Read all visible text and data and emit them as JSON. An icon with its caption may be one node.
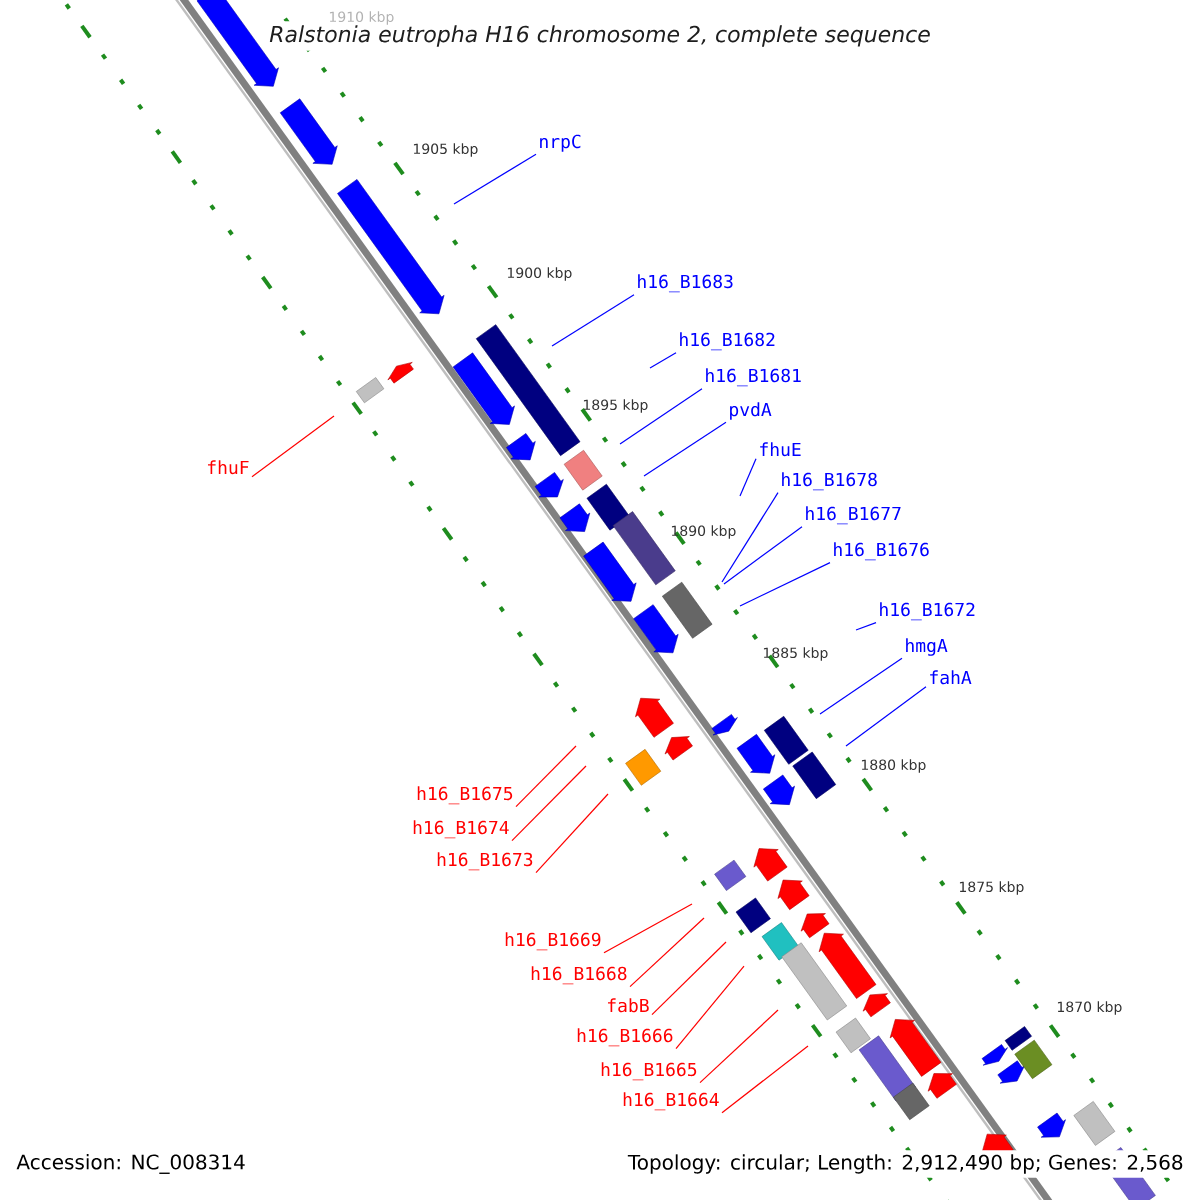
{
  "diagram": {
    "title": "Ralstonia eutropha H16 chromosome 2, complete sequence",
    "nodes": [
      {
        "text": [
          "nrpC"
        ]
      },
      {
        "text": [
          "h16_B1683"
        ]
      },
      {
        "text": [
          "h16_B1682"
        ]
      },
      {
        "text": [
          "h16_B1681"
        ]
      },
      {
        "text": [
          "pvdA"
        ]
      },
      {
        "text": [
          "fhuE"
        ]
      },
      {
        "text": [
          "h16_B1678"
        ]
      },
      {
        "text": [
          "h16_B1677"
        ]
      },
      {
        "text": [
          "h16_B1676"
        ]
      },
      {
        "text": [
          "h16_B1672"
        ]
      },
      {
        "text": [
          "hmgA"
        ]
      },
      {
        "text": [
          "fahA"
        ]
      },
      {
        "text": [
          "fhuF"
        ]
      },
      {
        "text": [
          "h16_B1675"
        ]
      },
      {
        "text": [
          "h16_B1674"
        ]
      },
      {
        "text": [
          "h16_B1673"
        ]
      },
      {
        "text": [
          "h16_B1669"
        ]
      },
      {
        "text": [
          "h16_B1668"
        ]
      },
      {
        "text": [
          "fabB"
        ]
      },
      {
        "text": [
          "h16_B1666"
        ]
      },
      {
        "text": [
          "h16_B1665"
        ]
      },
      {
        "text": [
          "h16_B1664"
        ]
      }
    ],
    "edges": [
      {
        "from": 0,
        "to": null,
        "arrow": "none"
      },
      {
        "from": 1,
        "to": null,
        "arrow": "none"
      },
      {
        "from": 2,
        "to": null,
        "arrow": "none"
      },
      {
        "from": 3,
        "to": null,
        "arrow": "none"
      },
      {
        "from": 4,
        "to": null,
        "arrow": "none"
      },
      {
        "from": 5,
        "to": null,
        "arrow": "none"
      },
      {
        "from": 6,
        "to": null,
        "arrow": "none"
      },
      {
        "from": 7,
        "to": null,
        "arrow": "none"
      },
      {
        "from": 8,
        "to": null,
        "arrow": "none"
      },
      {
        "from": 9,
        "to": null,
        "arrow": "none"
      },
      {
        "from": 10,
        "to": null,
        "arrow": "none"
      },
      {
        "from": 11,
        "to": null,
        "arrow": "none"
      },
      {
        "from": 12,
        "to": null,
        "arrow": "none",
        "color": "#ff0000"
      },
      {
        "from": 13,
        "to": null,
        "arrow": "none",
        "color": "#ff0000"
      },
      {
        "from": 14,
        "to": null,
        "arrow": "none",
        "color": "#ff0000"
      },
      {
        "from": 15,
        "to": null,
        "arrow": "none",
        "color": "#ff0000"
      },
      {
        "from": 16,
        "to": null,
        "arrow": "none",
        "color": "#ff0000"
      },
      {
        "from": 17,
        "to": null,
        "arrow": "none",
        "color": "#ff0000"
      },
      {
        "from": 18,
        "to": null,
        "arrow": "none",
        "color": "#ff0000"
      },
      {
        "from": 19,
        "to": null,
        "arrow": "none",
        "color": "#ff0000"
      },
      {
        "from": 20,
        "to": null,
        "arrow": "none",
        "color": "#ff0000"
      },
      {
        "from": 21,
        "to": null,
        "arrow": "none",
        "color": "#ff0000"
      }
    ],
    "labels": [
      "1910 kbp",
      "1905 kbp",
      "1900 kbp",
      "1895 kbp",
      "1890 kbp",
      "1885 kbp",
      "1880 kbp",
      "1875 kbp",
      "1870 kbp",
      "Accession: NC_008314",
      "Topology: circular; Length: 2,912,490 bp; Genes: 2,568"
    ]
  }
}
